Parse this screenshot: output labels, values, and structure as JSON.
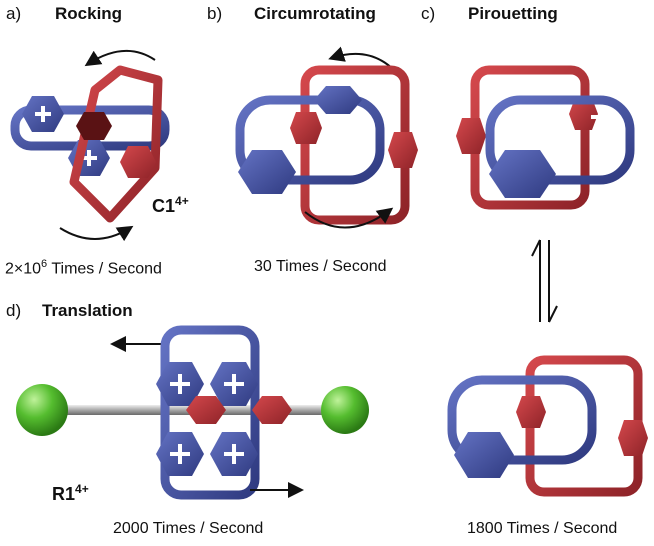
{
  "panels": {
    "a": {
      "letter": "a)",
      "title": "Rocking",
      "caption_mantissa": "2×10",
      "caption_exp": "6",
      "caption_rest": " Times / Second"
    },
    "b": {
      "letter": "b)",
      "title": "Circumrotating",
      "caption": "30 Times / Second"
    },
    "c": {
      "letter": "c)",
      "title": "Pirouetting",
      "caption": "1800 Times / Second"
    },
    "d": {
      "letter": "d)",
      "title": "Translation",
      "caption": "2000 Times / Second"
    }
  },
  "molecules": {
    "catenane": {
      "base": "C1",
      "charge": "4+"
    },
    "rotaxane": {
      "base": "R1",
      "charge": "4+"
    }
  },
  "colors": {
    "ring_red": "#b8363a",
    "ring_red_dark": "#7e1e22",
    "cbpqt_blue": "#4a5aa8",
    "cbpqt_blue_dark": "#2c3677",
    "stopper_green": "#4fb82d",
    "axle_grey": "#b8b8b8",
    "arrow": "#111111"
  },
  "icons": [
    "plus-sign-icon",
    "curved-arrow-icon",
    "straight-arrow-icon",
    "equilibrium-arrow-icon"
  ]
}
